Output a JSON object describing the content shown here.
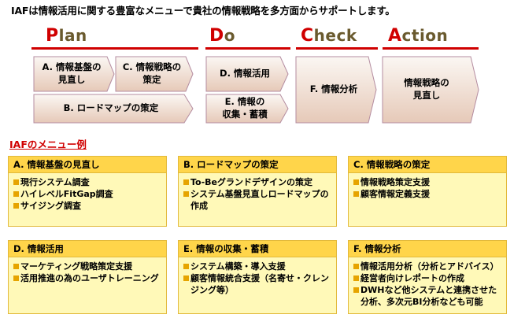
{
  "headline": "IAFは情報活用に関する豊富なメニューで貴社の情報戦略を多方面からサポートします。",
  "phases": [
    {
      "first": "P",
      "rest": "lan"
    },
    {
      "first": "D",
      "rest": "o"
    },
    {
      "first": "C",
      "rest": "heck"
    },
    {
      "first": "A",
      "rest": "ction"
    }
  ],
  "flow": {
    "plan_a": [
      "A. 情報基盤の",
      "見直し"
    ],
    "plan_c": [
      "C. 情報戦略の",
      "策定"
    ],
    "plan_b": "B. ロードマップの策定",
    "do_d": "D. 情報活用",
    "do_e": [
      "E. 情報の",
      "収集・蓄積"
    ],
    "check_f": "F. 情報分析",
    "action": [
      "情報戦略の",
      "見直し"
    ]
  },
  "colors": {
    "phase_text": "#6a5a2e",
    "accent_red": "#d00000",
    "arrow_fill_top": "#fbf7f3",
    "arrow_fill_bottom": "#e6c9b8",
    "arrow_stroke": "#b48ca0",
    "card_head": "#ffd54a",
    "card_body": "#fff9b8",
    "bullet": "#e6a400"
  },
  "menu_title": "IAFのメニュー例",
  "cards": [
    {
      "title": "A. 情報基盤の見直し",
      "items": [
        "現行システム調査",
        "ハイレベルFitGap調査",
        "サイジング調査"
      ]
    },
    {
      "title": "B. ロードマップの策定",
      "items": [
        "To-Beグランドデザインの策定",
        "システム基盤見直しロードマップの作成"
      ]
    },
    {
      "title": "C. 情報戦略の策定",
      "items": [
        "情報戦略策定支援",
        "顧客情報定義支援"
      ]
    },
    {
      "title": "D. 情報活用",
      "items": [
        "マーケティング戦略策定支援",
        "活用推進の為のユーザトレーニング"
      ]
    },
    {
      "title": "E. 情報の収集・蓄積",
      "items": [
        "システム構築・導入支援",
        "顧客情報統合支援（名寄せ・クレンジング等）"
      ]
    },
    {
      "title": "F. 情報分析",
      "items": [
        "情報活用分析（分析とアドバイス）",
        "経営者向けレポートの作成",
        "DWHなど他システムと連携させた分析、多次元BI分析なども可能"
      ]
    }
  ]
}
